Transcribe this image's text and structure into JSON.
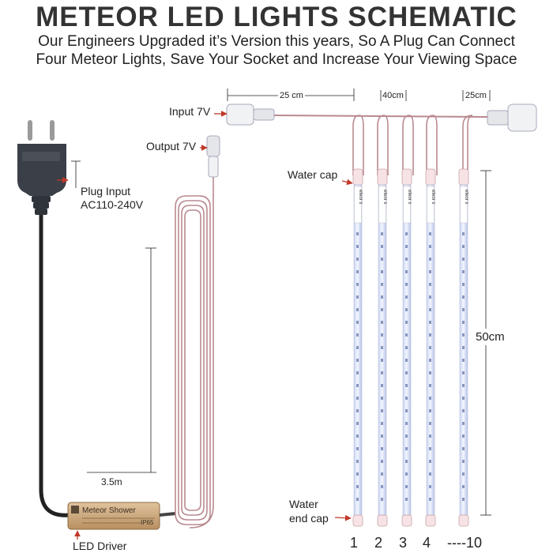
{
  "title": "METEOR LED LIGHTS SCHEMATIC",
  "subtitle_line1": "Our Engineers Upgraded it’s Version this years, So A Plug Can Connect",
  "subtitle_line2": "Four Meteor Lights, Save Your Socket and Increase Your Viewing Space",
  "labels": {
    "input": "Input 7V",
    "output": "Output 7V",
    "plug_input_1": "Plug Input",
    "plug_input_2": "AC110-240V",
    "water_cap": "Water cap",
    "water_end_cap_1": "Water",
    "water_end_cap_2": "end cap",
    "led_driver": "LED Driver",
    "driver_brand": "Meteor Shower",
    "driver_rating": "IP65",
    "tube_label": "eteor s"
  },
  "dimensions": {
    "lead_spacing": "25 cm",
    "tube_spacing": "40cm",
    "end_spacing": "25cm",
    "tube_length": "50cm",
    "cable_length": "3.5m"
  },
  "tube_numbers": [
    "1",
    "2",
    "3",
    "4",
    "----10"
  ],
  "colors": {
    "wire": "#b98a90",
    "tube": "#dde4f7",
    "driver": "#c9a47a",
    "text": "#222222",
    "title": "#333333"
  }
}
